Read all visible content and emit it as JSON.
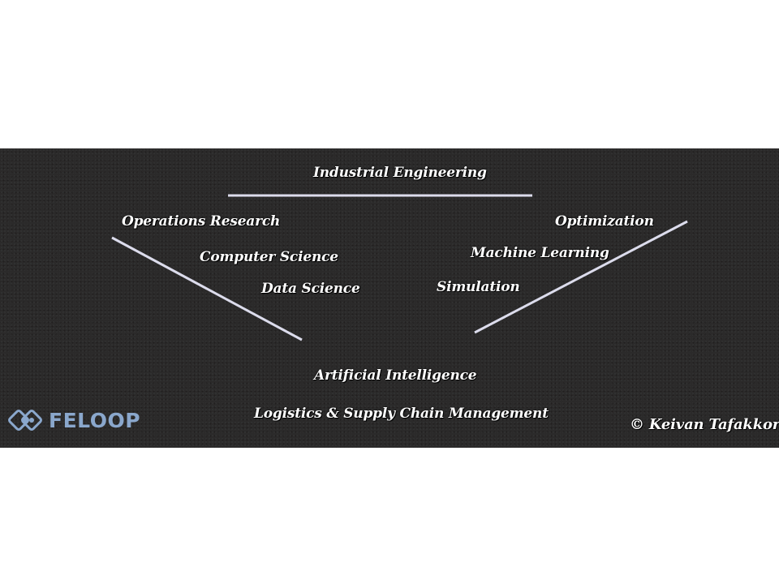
{
  "diagram": {
    "top": "Industrial Engineering",
    "left_terms": [
      "Operations Research",
      "Computer Science",
      "Data Science"
    ],
    "right_terms": [
      "Optimization",
      "Machine Learning",
      "Simulation"
    ],
    "bottom_terms": [
      "Artificial Intelligence",
      "Logistics & Supply Chain Management"
    ],
    "line_color": "#dcdcec"
  },
  "logo": {
    "name": "FELOOP",
    "icon": "feloop-logo-icon",
    "color": "#8aa7cc"
  },
  "credit": "© Keivan Tafakkori",
  "colors": {
    "background": "#2b2a2a",
    "text": "#ffffff"
  }
}
